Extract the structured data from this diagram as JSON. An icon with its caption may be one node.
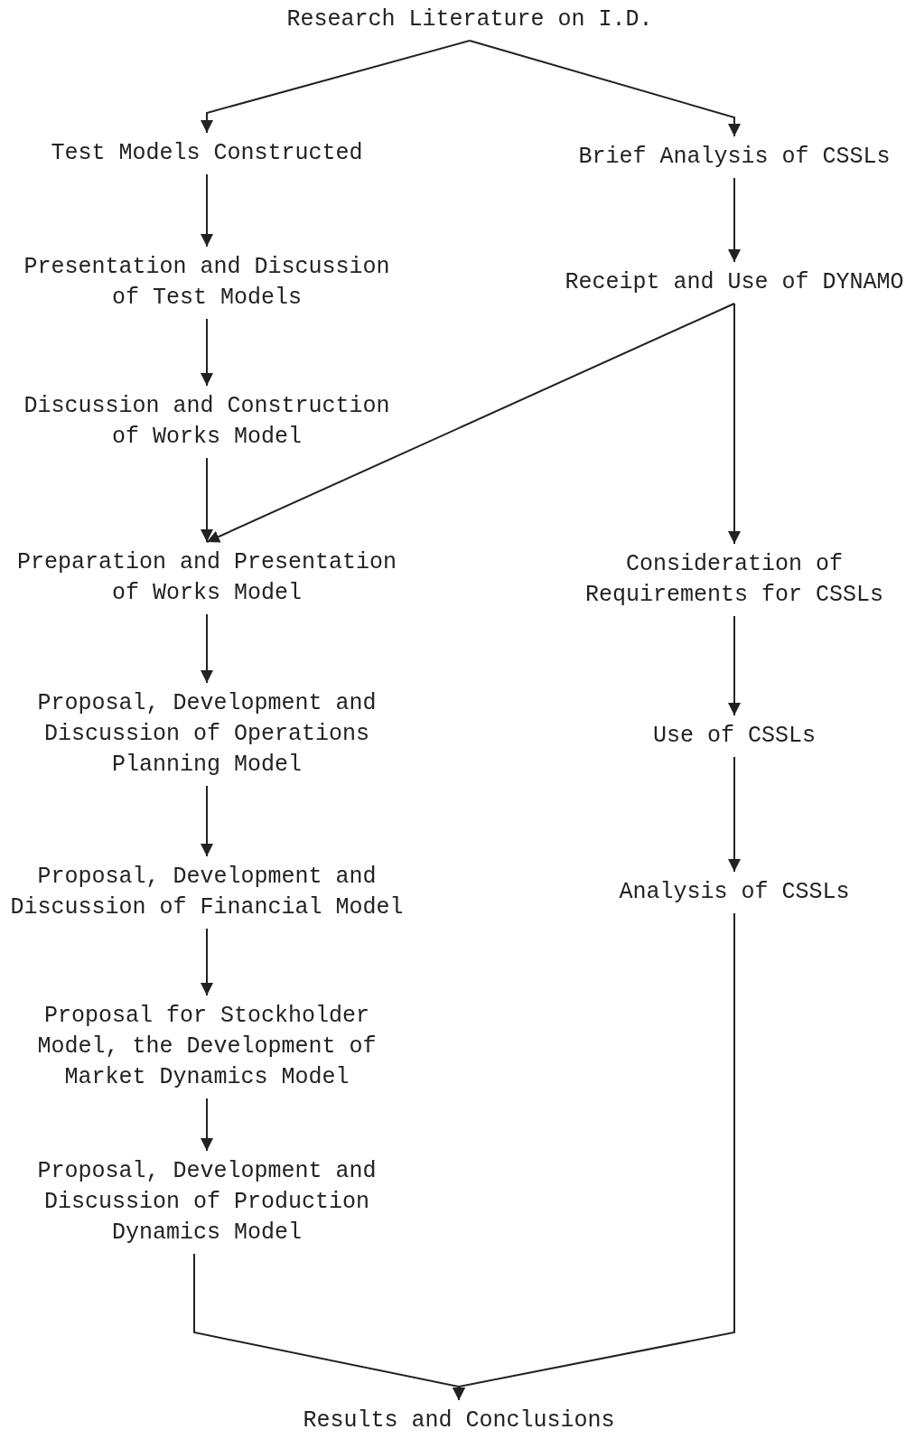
{
  "diagram": {
    "nodes": [
      {
        "text": [
          "Research Literature on I.D."
        ]
      },
      {
        "text": [
          "Test Models Constructed"
        ]
      },
      {
        "text": [
          "Brief Analysis of CSSLs"
        ]
      },
      {
        "text": [
          "Presentation and Discussion of Test Models"
        ]
      },
      {
        "text": [
          "Receipt and Use of DYNAMO"
        ]
      },
      {
        "text": [
          "Discussion and Construction of Works Model"
        ]
      },
      {
        "text": [
          "Preparation and Presentation of Works Model"
        ]
      },
      {
        "text": [
          "Consideration of Requirements for CSSLs"
        ]
      },
      {
        "text": [
          "Proposal, Development and Discussion of Operations Planning Model"
        ]
      },
      {
        "text": [
          "Use of CSSLs"
        ]
      },
      {
        "text": [
          "Proposal, Development and Discussion of Financial Model"
        ]
      },
      {
        "text": [
          "Analysis of CSSLs"
        ]
      },
      {
        "text": [
          "Proposal for Stockholder Model, the Development of Market Dynamics Model"
        ]
      },
      {
        "text": [
          "Proposal, Development and Discussion of Production Dynamics Model"
        ]
      },
      {
        "text": [
          "Results and Conclusions"
        ]
      }
    ],
    "edges": [
      {
        "from": 0,
        "to": 1,
        "arrow": "to"
      },
      {
        "from": 0,
        "to": 2,
        "arrow": "to"
      },
      {
        "from": 1,
        "to": 3,
        "arrow": "to"
      },
      {
        "from": 2,
        "to": 4,
        "arrow": "to"
      },
      {
        "from": 3,
        "to": 5,
        "arrow": "to"
      },
      {
        "from": 4,
        "to": 6,
        "arrow": "to"
      },
      {
        "from": 4,
        "to": 7,
        "arrow": "to"
      },
      {
        "from": 5,
        "to": 6,
        "arrow": "to"
      },
      {
        "from": 6,
        "to": 8,
        "arrow": "to"
      },
      {
        "from": 7,
        "to": 9,
        "arrow": "to"
      },
      {
        "from": 8,
        "to": 10,
        "arrow": "to"
      },
      {
        "from": 9,
        "to": 11,
        "arrow": "to"
      },
      {
        "from": 10,
        "to": 12,
        "arrow": "to"
      },
      {
        "from": 12,
        "to": 13,
        "arrow": "to"
      },
      {
        "from": 13,
        "to": 14,
        "arrow": "to"
      },
      {
        "from": 11,
        "to": 14,
        "arrow": "to"
      }
    ]
  }
}
